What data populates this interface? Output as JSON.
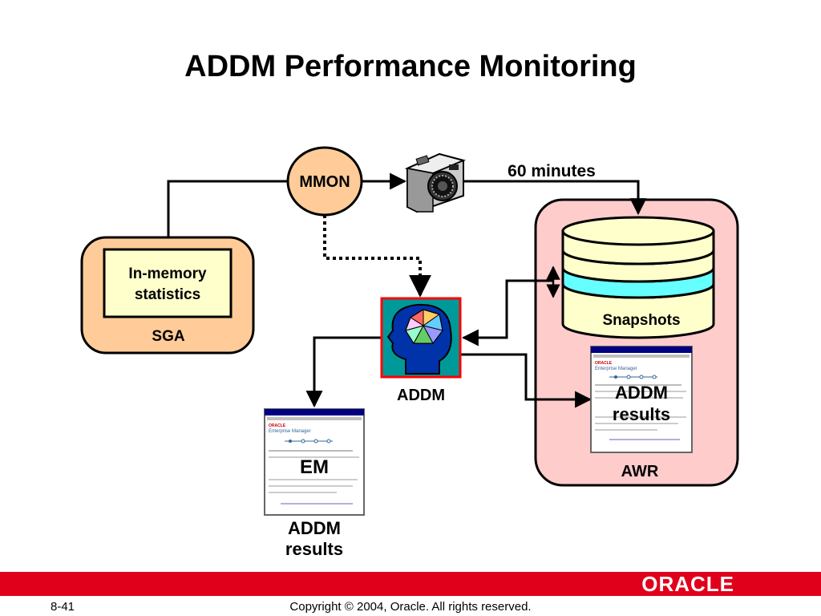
{
  "title": "ADDM Performance Monitoring",
  "diagram": {
    "mmon": "MMON",
    "interval": "60 minutes",
    "in_memory_line1": "In-memory",
    "in_memory_line2": "statistics",
    "sga": "SGA",
    "snapshots": "Snapshots",
    "addm": "ADDM",
    "awr_results_line1": "ADDM",
    "awr_results_line2": "results",
    "awr": "AWR",
    "em": "EM",
    "em_results_line1": "ADDM",
    "em_results_line2": "results",
    "screen_brand_line1": "ORACLE",
    "screen_brand_line2": "Enterprise Manager"
  },
  "colors": {
    "sga_fill": "#ffcc99",
    "awr_fill": "#ffcccc",
    "in_memory_fill": "#ffffcc",
    "mmon_fill": "#ffcc99",
    "addm_frame": "#ff0000",
    "addm_bg": "#009999",
    "disk_top": "#ffffcc",
    "disk_cyan": "#66ffff",
    "disk_blue": "#0033cc",
    "footer_red": "#e0001b"
  },
  "icons": [
    "camera-icon",
    "head-icon",
    "database-icon",
    "screen-icon"
  ],
  "footer": {
    "page": "8-41",
    "copyright": "Copyright © 2004, Oracle.  All rights reserved.",
    "logo": "ORACLE"
  }
}
